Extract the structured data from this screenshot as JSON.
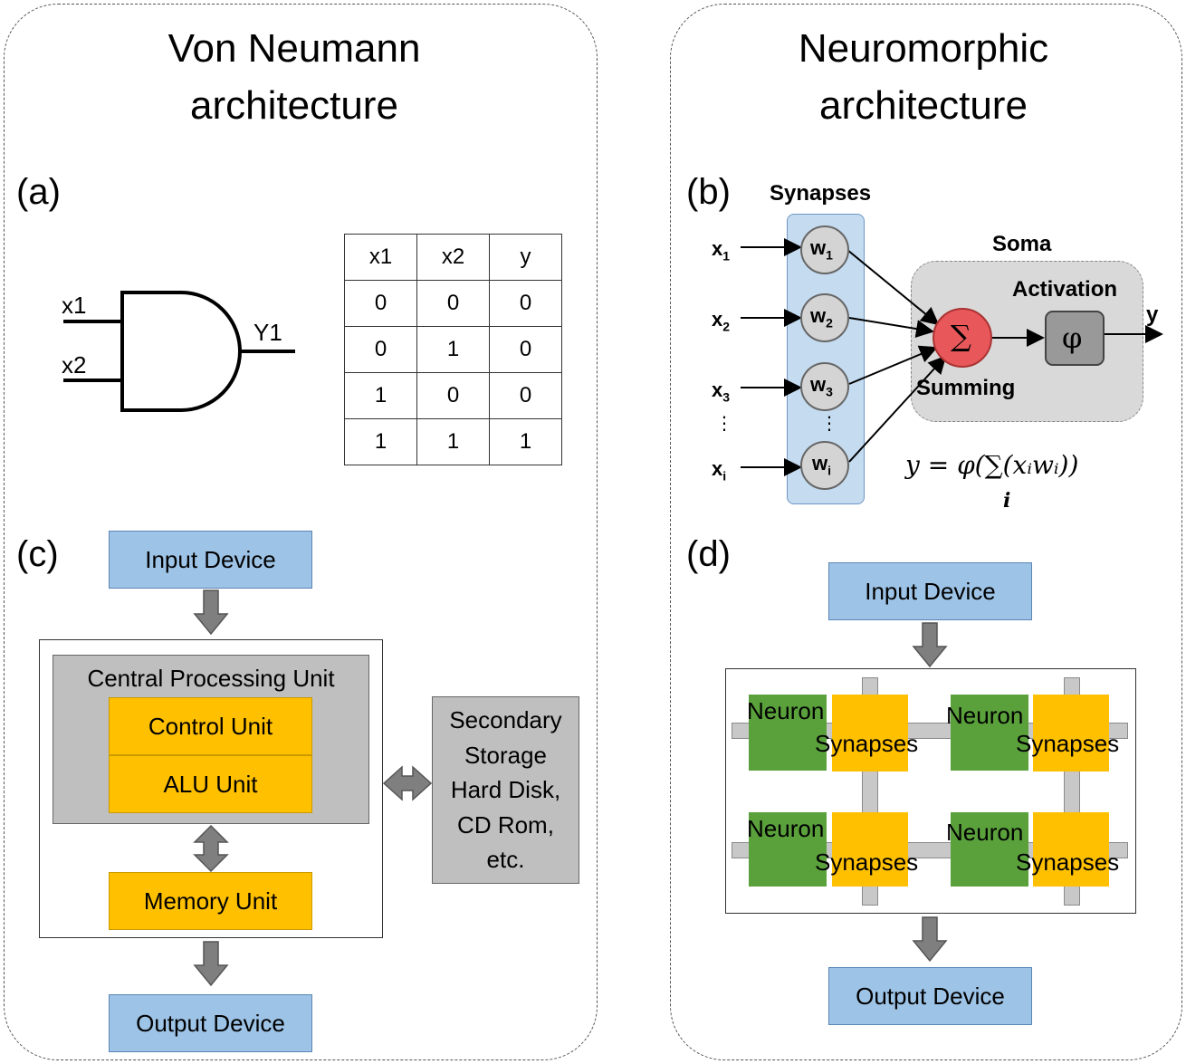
{
  "left": {
    "title_line1": "Von Neumann",
    "title_line2": "architecture",
    "label_a": "(a)",
    "label_c": "(c)",
    "gate": {
      "input1": "x1",
      "input2": "x2",
      "output": "Y1"
    },
    "truth_table": {
      "headers": [
        "x1",
        "x2",
        "y"
      ],
      "rows": [
        [
          "0",
          "0",
          "0"
        ],
        [
          "0",
          "1",
          "0"
        ],
        [
          "1",
          "0",
          "0"
        ],
        [
          "1",
          "1",
          "1"
        ]
      ]
    },
    "vn": {
      "input_device": "Input Device",
      "cpu": "Central Processing Unit",
      "control_unit": "Control Unit",
      "alu_unit": "ALU Unit",
      "memory_unit": "Memory Unit",
      "output_device": "Output Device",
      "secondary_storage": [
        "Secondary",
        "Storage",
        "Hard Disk,",
        "CD Rom,",
        "etc."
      ]
    }
  },
  "right": {
    "title_line1": "Neuromorphic",
    "title_line2": "architecture",
    "label_b": "(b)",
    "label_d": "(d)",
    "neuron": {
      "synapses_label": "Synapses",
      "soma_label": "Soma",
      "activation_label": "Activation",
      "summing_label": "Summing",
      "sum_symbol": "∑",
      "phi_symbol": "φ",
      "output": "y",
      "inputs": [
        "x",
        "x",
        "x",
        "x"
      ],
      "input_subs": [
        "1",
        "2",
        "3",
        "i"
      ],
      "weights": [
        "w",
        "w",
        "w",
        "w"
      ],
      "weight_subs": [
        "1",
        "2",
        "3",
        "i"
      ],
      "dots": "⋮",
      "formula": "y = φ(∑(xᵢwᵢ))",
      "formula_sub": "i"
    },
    "nm": {
      "input_device": "Input Device",
      "output_device": "Output Device",
      "neuron_label": "Neuron",
      "synapses_label": "Synapses"
    }
  },
  "colors": {
    "blue_box": "#9dc3e6",
    "orange_box": "#ffc000",
    "grey_box": "#bfbfbf",
    "green_neuron": "#5aa13c",
    "sum_node": "#e8575a",
    "synapse_panel": "#c5dbef"
  }
}
